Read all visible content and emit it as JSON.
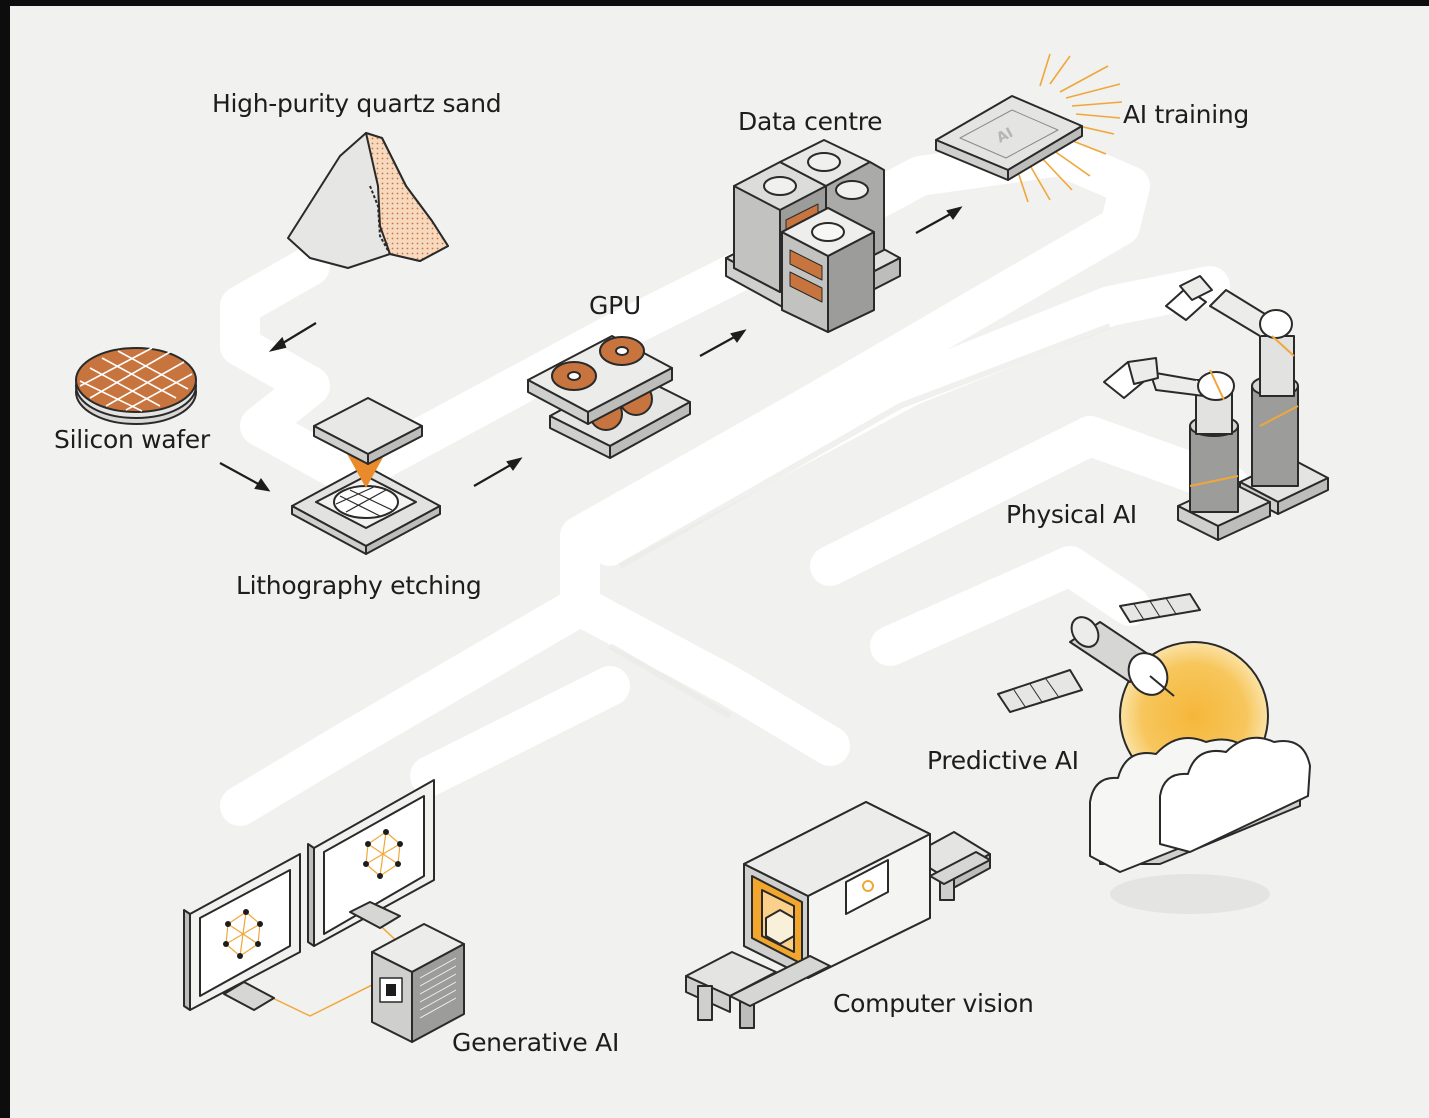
{
  "labels": {
    "quartz": "High-purity quartz sand",
    "wafer": "Silicon wafer",
    "litho": "Lithography etching",
    "gpu": "GPU",
    "datacentre": "Data centre",
    "training": "AI training",
    "chip_text": "AI",
    "physical": "Physical AI",
    "predictive": "Predictive AI",
    "vision": "Computer vision",
    "generative": "Generative AI"
  },
  "colors": {
    "background": "#f1f1ef",
    "path": "#ffffff",
    "accent": "#f0a73a",
    "copper": "#c8743e",
    "outline": "#2a2a2a",
    "grey": "#d6d6d6"
  }
}
